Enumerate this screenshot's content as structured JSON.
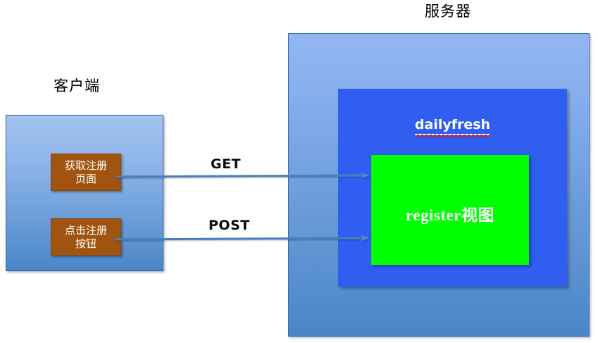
{
  "diagram": {
    "title_server": "服务器",
    "title_client": "客户端",
    "client": {
      "actions": [
        {
          "id": "get-page",
          "label": "获取注册\n页面"
        },
        {
          "id": "click-btn",
          "label": "点击注册\n按钮"
        }
      ]
    },
    "server": {
      "project_label": "dailyfresh",
      "view_label": "register视图"
    },
    "arrows": [
      {
        "id": "get",
        "label": "GET",
        "from": "获取注册页面",
        "to": "register视图"
      },
      {
        "id": "post",
        "label": "POST",
        "from": "点击注册按钮",
        "to": "register视图"
      }
    ],
    "colors": {
      "client_box": "#8fb5ea",
      "server_box": "#86aded",
      "dailyfresh_box": "#2f5ef0",
      "register_box": "#00ff00",
      "action_box": "#a0540f",
      "arrow": "#4a7ebb",
      "text_dark": "#000000",
      "text_light": "#ffffff",
      "spellcheck_underline": "#e81414"
    }
  }
}
